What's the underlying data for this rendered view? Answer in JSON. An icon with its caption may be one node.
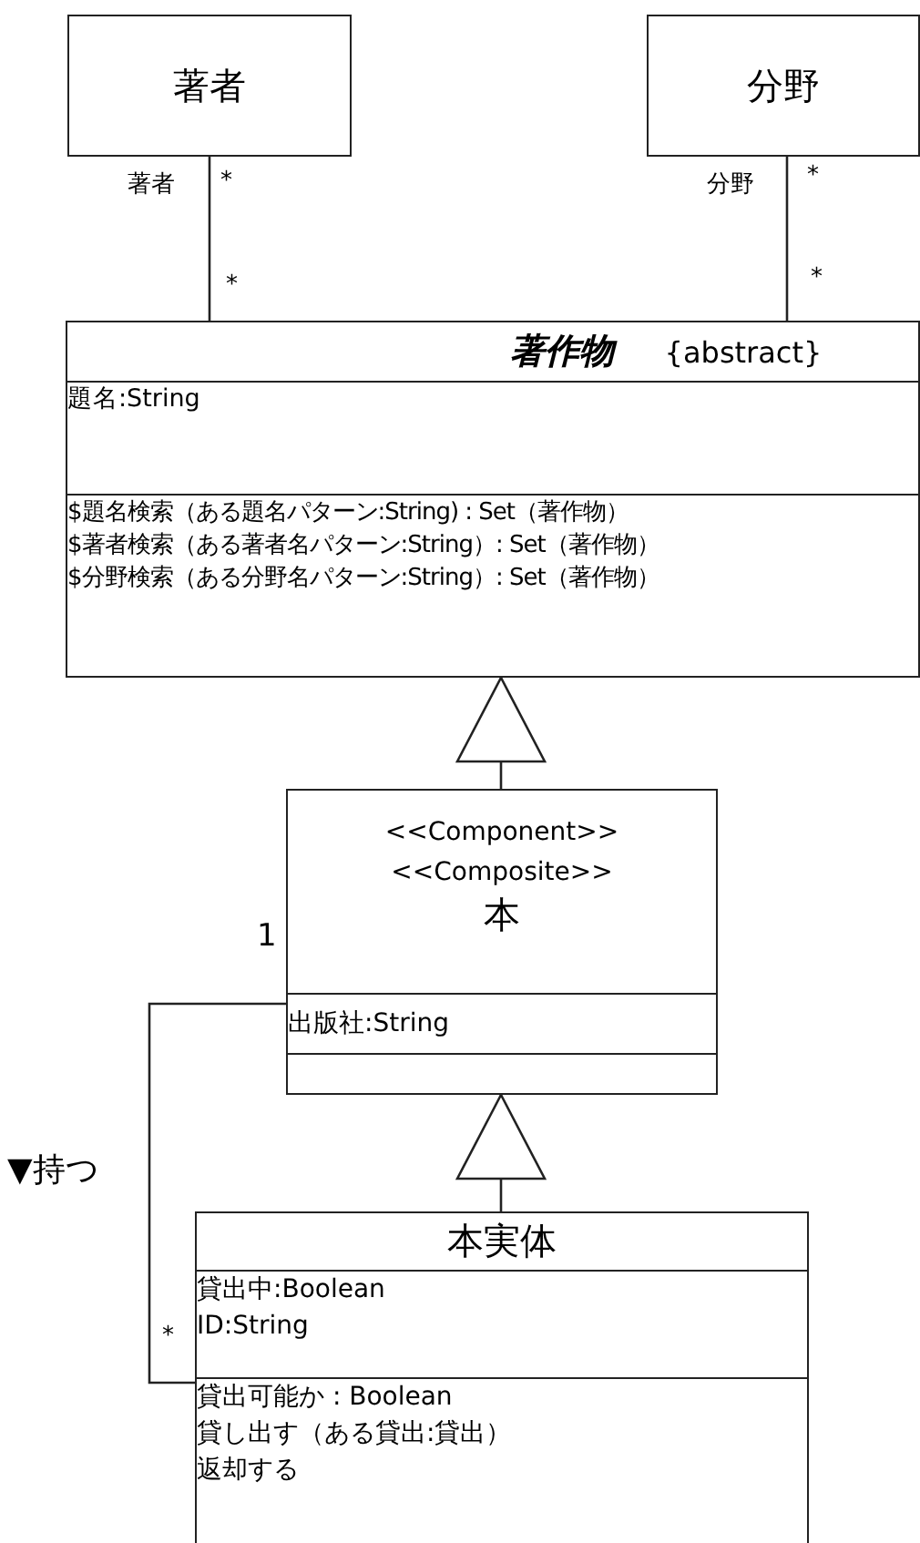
{
  "diagram": {
    "nodes": [
      {
        "text": [
          "著者"
        ]
      },
      {
        "text": [
          "分野"
        ]
      },
      {
        "text": [
          "著作物",
          "{abstract}",
          "題名:String",
          "$題名検索（ある題名パターン:String) : Set（著作物）",
          "$著者検索（ある著者名パターン:String）: Set（著作物）",
          "$分野検索（ある分野名パターン:String）: Set（著作物）"
        ]
      },
      {
        "text": [
          "<<Component>>",
          "<<Composite>>",
          "本",
          "出版社:String"
        ]
      },
      {
        "text": [
          "本実体",
          "貸出中:Boolean",
          "ID:String",
          "貸出可能か : Boolean",
          "貸し出す（ある貸出:貸出）",
          "返却する"
        ]
      }
    ],
    "edges": [
      {
        "from": 0,
        "to": 2,
        "arrow": "none"
      },
      {
        "from": 1,
        "to": 2,
        "arrow": "none"
      },
      {
        "from": 3,
        "to": 2,
        "arrow": "to"
      },
      {
        "from": 4,
        "to": 3,
        "arrow": "to"
      },
      {
        "from": 3,
        "to": 4,
        "arrow": "none",
        "label": "▼持つ"
      }
    ],
    "labels": [
      "著者",
      "*",
      "*",
      "分野",
      "*",
      "*",
      "1",
      "*"
    ]
  }
}
